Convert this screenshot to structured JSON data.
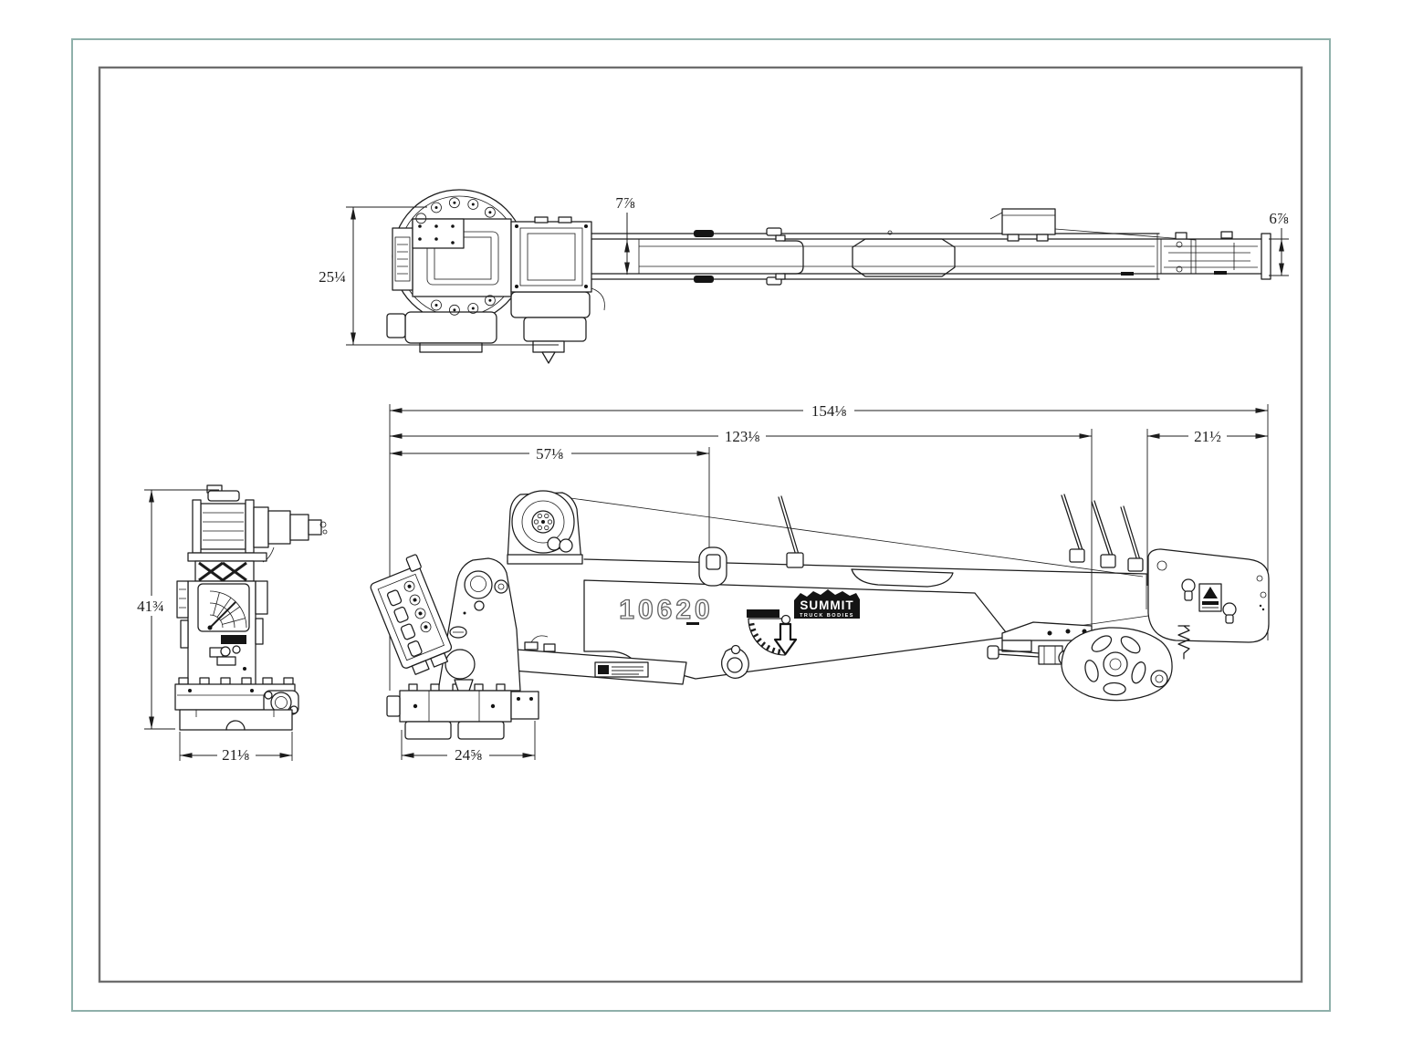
{
  "sheet": {
    "colors": {
      "outer_border": "#8fb0aa",
      "inner_border": "#6e6e6e",
      "line_color": "#1c1c1c"
    }
  },
  "branding": {
    "model_number": "10620",
    "logo_title": "SUMMIT",
    "logo_subtitle": "TRUCK BODIES"
  },
  "dimensions": {
    "top_view": {
      "overall_width": "25¼",
      "boom_width": "7⅞",
      "boom_tip_width": "6⅞"
    },
    "side_view": {
      "overall_length": "154⅛",
      "length_to_tip_section": "123⅛",
      "length_to_boom_lug": "57⅛",
      "tip_section_length": "21½",
      "base_length": "24⅝"
    },
    "front_view": {
      "overall_height": "41¾",
      "base_width": "21⅛"
    }
  }
}
